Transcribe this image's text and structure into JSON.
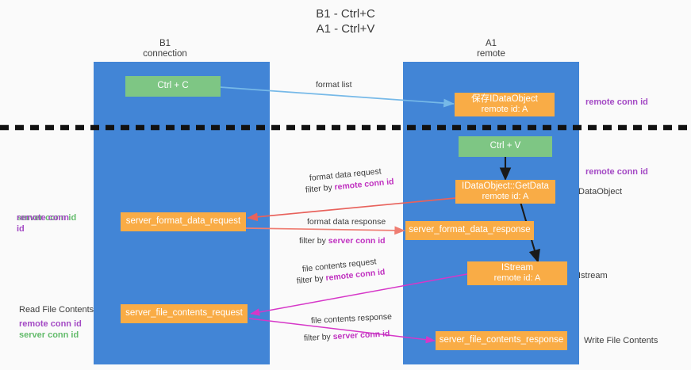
{
  "diagram": {
    "title": "B1 - Ctrl+C\nA1 - Ctrl+V",
    "background_color": "#fafafa",
    "lane_color": "#4285d6",
    "green_color": "#7ec684",
    "orange_color": "#f9ac46",
    "accent_purple": "#a349c4",
    "accent_green": "#63bb6b",
    "divider": "black-dashed-separator"
  },
  "lanes": [
    {
      "id": "b1",
      "title": "B1\nconnection"
    },
    {
      "id": "a1",
      "title": "A1\nremote"
    }
  ],
  "nodes": [
    {
      "id": "ctrl-c",
      "kind": "green",
      "line1": "Ctrl + C",
      "line2": ""
    },
    {
      "id": "save-idataobject",
      "kind": "orange",
      "line1": "保存IDataObject",
      "line2": "remote id: A"
    },
    {
      "id": "ctrl-v",
      "kind": "green",
      "line1": "Ctrl + V",
      "line2": ""
    },
    {
      "id": "idataobject-getdata",
      "kind": "orange",
      "line1": "IDataObject::GetData",
      "line2": "remote id: A"
    },
    {
      "id": "server-format-data-request",
      "kind": "orange",
      "line1": "server_format_data_request",
      "line2": ""
    },
    {
      "id": "server-format-data-response",
      "kind": "orange",
      "line1": "server_format_data_response",
      "line2": ""
    },
    {
      "id": "istream",
      "kind": "orange",
      "line1": "IStream",
      "line2": "remote id: A"
    },
    {
      "id": "server-file-contents-request",
      "kind": "orange",
      "line1": "server_file_contents_request",
      "line2": ""
    },
    {
      "id": "server-file-contents-response",
      "kind": "orange",
      "line1": "server_file_contents_response",
      "line2": ""
    }
  ],
  "edge_labels": [
    {
      "id": "format-list",
      "text": "format list",
      "filter_prefix": "",
      "filter_key": ""
    },
    {
      "id": "format-data-request",
      "text": "format data request",
      "filter_prefix": "filter by ",
      "filter_key": "remote conn id"
    },
    {
      "id": "format-data-response",
      "text": "format data response",
      "filter_prefix": "filter by ",
      "filter_key": "server conn id"
    },
    {
      "id": "file-contents-request",
      "text": "file contents request",
      "filter_prefix": "filter by ",
      "filter_key": "remote conn id"
    },
    {
      "id": "file-contents-response",
      "text": "file contents response",
      "filter_prefix": "filter by ",
      "filter_key": "server conn id"
    }
  ],
  "annotations": {
    "left": [
      {
        "id": "left-conn-ids",
        "remote": "remote conn id",
        "server": "server conn id",
        "heading": ""
      },
      {
        "id": "read-file",
        "remote": "remote conn id",
        "server": "server conn id",
        "heading": "Read File Contents"
      }
    ],
    "right": [
      {
        "id": "right-remote-1",
        "text": "remote conn id",
        "style": "purple"
      },
      {
        "id": "right-remote-2",
        "text": "remote conn id",
        "style": "purple"
      },
      {
        "id": "right-dataobject",
        "text": "DataObject",
        "style": "dark"
      },
      {
        "id": "right-istream",
        "text": "Istream",
        "style": "dark"
      },
      {
        "id": "right-writefile",
        "text": "Write File Contents",
        "style": "dark"
      }
    ]
  }
}
